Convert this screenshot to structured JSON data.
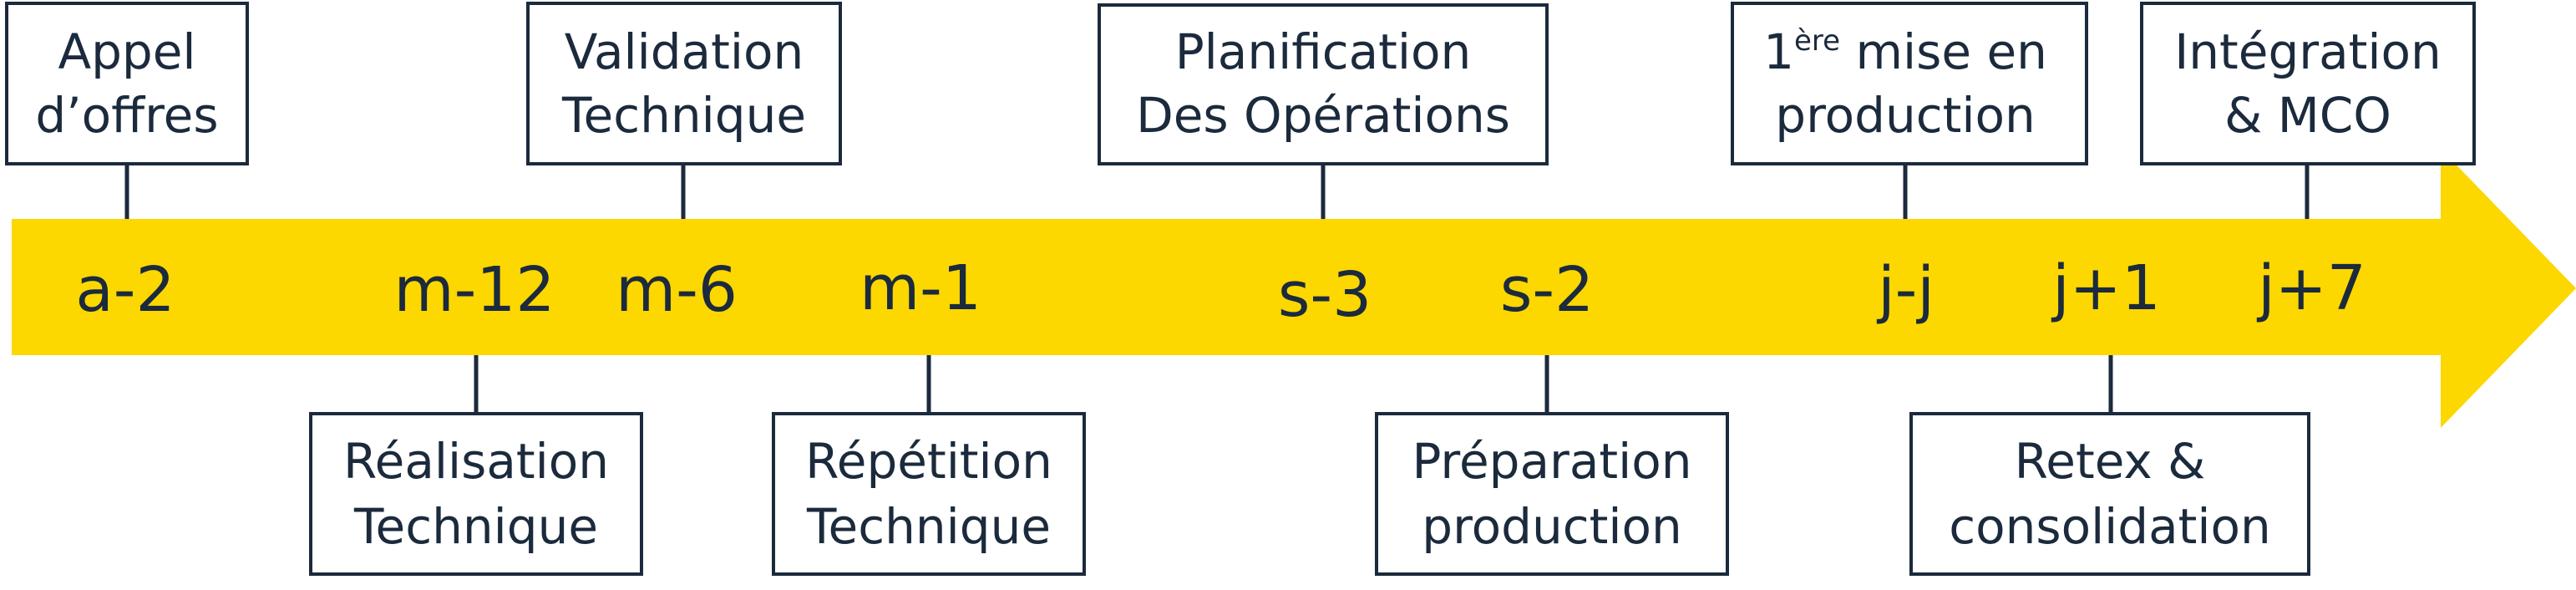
{
  "colors": {
    "arrow": "#fcd700",
    "ink": "#1b2a3c",
    "box_fill": "#ffffff"
  },
  "milestones": [
    {
      "id": "a2",
      "label": "a-2"
    },
    {
      "id": "m12",
      "label": "m-12"
    },
    {
      "id": "m6",
      "label": "m-6"
    },
    {
      "id": "m1",
      "label": "m-1"
    },
    {
      "id": "s3",
      "label": "s-3"
    },
    {
      "id": "s2",
      "label": "s-2"
    },
    {
      "id": "jj",
      "label": "j-j"
    },
    {
      "id": "j1",
      "label": "j+1"
    },
    {
      "id": "j7",
      "label": "j+7"
    }
  ],
  "phases": {
    "appel_offres": {
      "line1": "Appel",
      "line2": "d’offres"
    },
    "realisation": {
      "line1": "Réalisation",
      "line2": "Technique"
    },
    "validation": {
      "line1": "Validation",
      "line2": "Technique"
    },
    "repetition": {
      "line1": "Répétition",
      "line2": "Technique"
    },
    "planification": {
      "line1": "Planification",
      "line2": "Des Opérations"
    },
    "preparation": {
      "line1": "Préparation",
      "line2": "production"
    },
    "mise_en_prod": {
      "line1_num": "1",
      "line1_sup": "ère",
      "line1_rest": " mise en",
      "line2": "production"
    },
    "retex": {
      "line1": "Retex &",
      "line2": "consolidation"
    },
    "integration": {
      "line1": "Intégration",
      "line2": "& MCO"
    }
  }
}
